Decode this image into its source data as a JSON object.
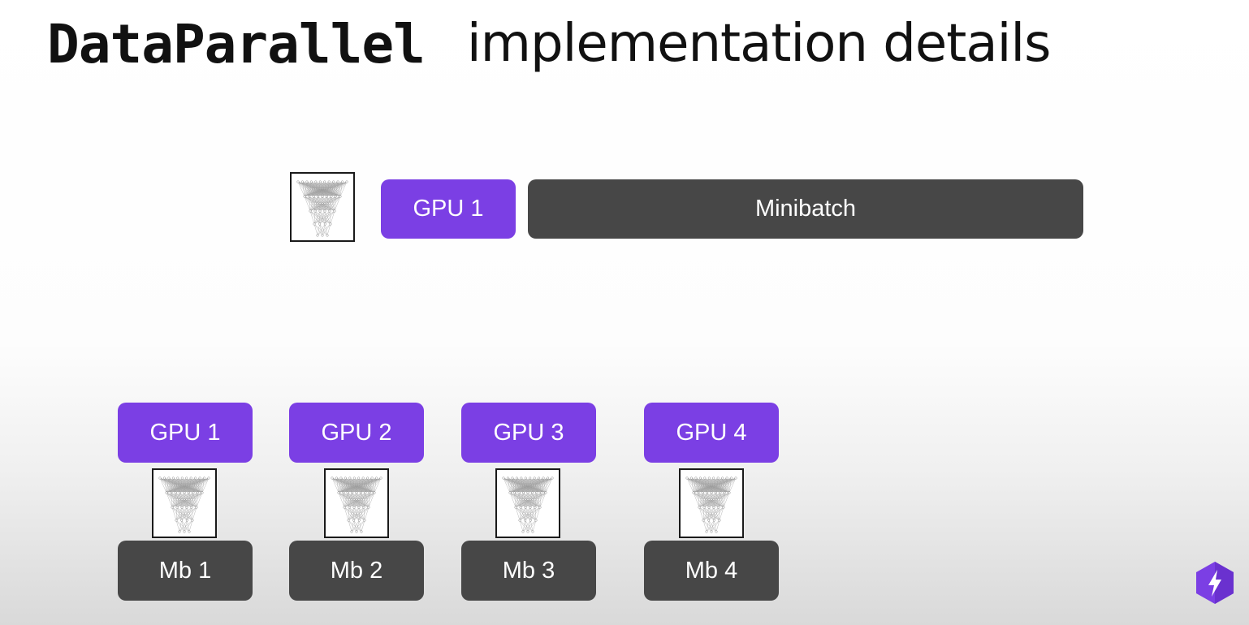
{
  "slide": {
    "title_code": "DataParallel",
    "title_rest": "implementation details"
  },
  "single_gpu": {
    "gpu_label": "GPU 1",
    "minibatch_label": "Minibatch"
  },
  "data_parallel": [
    {
      "gpu_label": "GPU 1",
      "mb_label": "Mb 1"
    },
    {
      "gpu_label": "GPU 2",
      "mb_label": "Mb 2"
    },
    {
      "gpu_label": "GPU 3",
      "mb_label": "Mb 3"
    },
    {
      "gpu_label": "GPU 4",
      "mb_label": "Mb 4"
    }
  ],
  "colors": {
    "gpu": "#7b3fe4",
    "minibatch": "#474747",
    "logo": "#7b3fe4"
  },
  "icons": {
    "model": "neural-network-icon",
    "logo": "lightning-hexagon-icon"
  }
}
